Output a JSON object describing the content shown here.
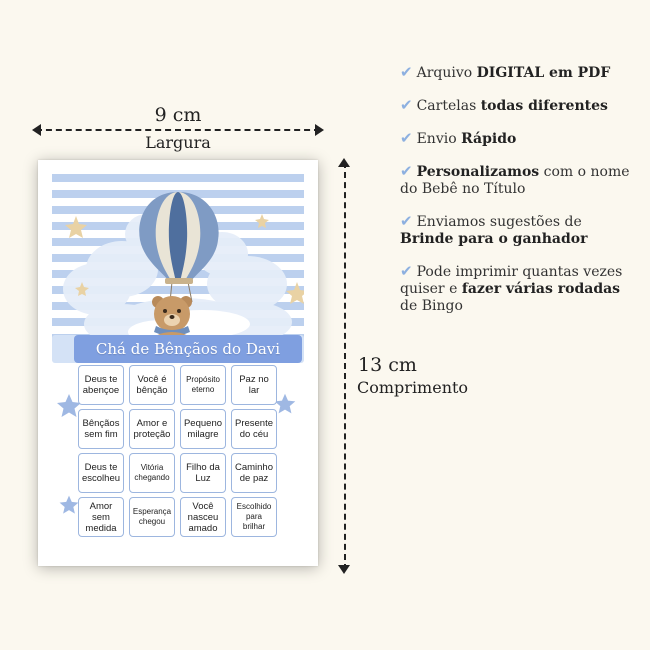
{
  "dimensions": {
    "width_value": "9 cm",
    "width_caption": "Largura",
    "height_value": "13 cm",
    "height_caption": "Comprimento"
  },
  "card": {
    "title": "Chá de Bênçãos do Davi",
    "cells": [
      {
        "text": "Deus te\nabençoe"
      },
      {
        "text": "Você é\nbênção"
      },
      {
        "text": "Propósito\neterno"
      },
      {
        "text": "Paz no\nlar"
      },
      {
        "text": "Bênçãos\nsem fim"
      },
      {
        "text": "Amor e\nproteção"
      },
      {
        "text": "Pequeno\nmilagre"
      },
      {
        "text": "Presente\ndo céu"
      },
      {
        "text": "Deus te\nescolheu"
      },
      {
        "text": "Vitória\nchegando"
      },
      {
        "text": "Filho da\nLuz"
      },
      {
        "text": "Caminho\nde paz"
      },
      {
        "text": "Amor\nsem\nmedida"
      },
      {
        "text": "Esperança\nchegou"
      },
      {
        "text": "Você\nnasceu\namado"
      },
      {
        "text": "Escolhido\npara\nbrilhar"
      }
    ]
  },
  "features": [
    {
      "pre": "Arquivo ",
      "bold": "DIGITAL em PDF",
      "mid": "",
      "bold2": "",
      "post": ""
    },
    {
      "pre": "Cartelas ",
      "bold": "todas diferentes",
      "mid": "",
      "bold2": "",
      "post": ""
    },
    {
      "pre": "Envio ",
      "bold": "Rápido",
      "mid": "",
      "bold2": "",
      "post": ""
    },
    {
      "pre": "",
      "bold": "Personalizamos",
      "mid": " com o nome do Bebê no Título",
      "bold2": "",
      "post": ""
    },
    {
      "pre": "Enviamos sugestões de ",
      "bold": "Brinde para o ganhador",
      "mid": "",
      "bold2": "",
      "post": ""
    },
    {
      "pre": "Pode imprimir quantas vezes quiser e ",
      "bold": "fazer várias rodadas",
      "mid": " de Bingo",
      "bold2": "",
      "post": ""
    }
  ],
  "icons": {
    "check": "check-icon"
  },
  "colors": {
    "background": "#fbf8ef",
    "stripe_blue": "#bcd0ee",
    "title_bar": "#7f9fe0",
    "cell_border": "#9db6df",
    "check": "#8db0e0"
  }
}
